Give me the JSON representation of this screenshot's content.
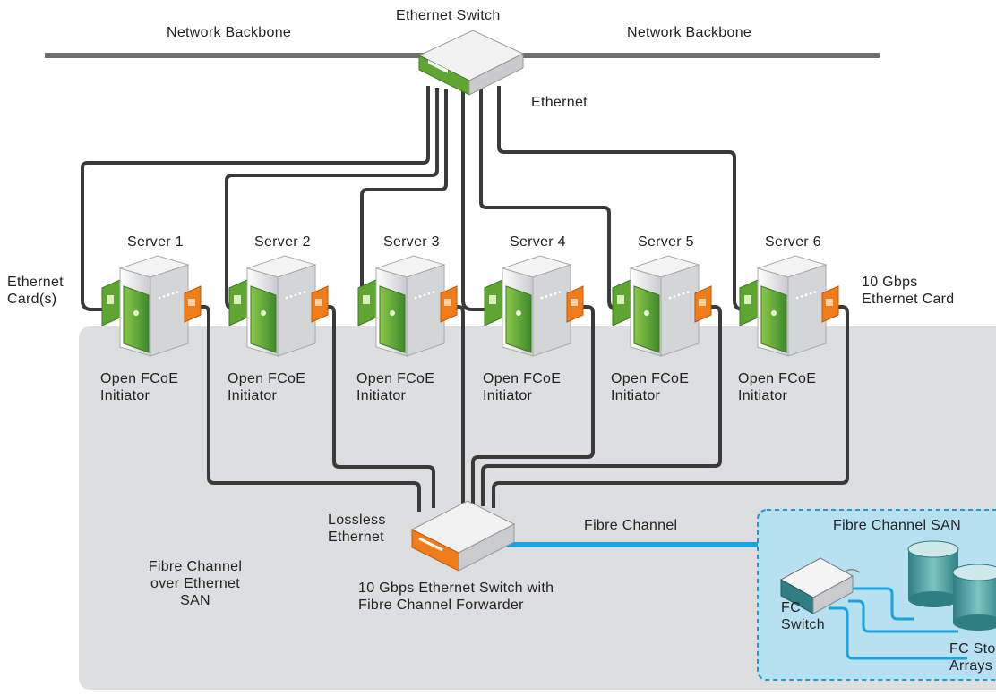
{
  "network": {
    "backbone_left": "Network Backbone",
    "backbone_right": "Network Backbone",
    "switch_label": "Ethernet Switch",
    "ethernet_label": "Ethernet"
  },
  "servers": [
    {
      "name": "Server 1",
      "initiator_line1": "Open FCoE",
      "initiator_line2": "Initiator"
    },
    {
      "name": "Server 2",
      "initiator_line1": "Open FCoE",
      "initiator_line2": "Initiator"
    },
    {
      "name": "Server 3",
      "initiator_line1": "Open FCoE",
      "initiator_line2": "Initiator"
    },
    {
      "name": "Server 4",
      "initiator_line1": "Open FCoE",
      "initiator_line2": "Initiator"
    },
    {
      "name": "Server 5",
      "initiator_line1": "Open FCoE",
      "initiator_line2": "Initiator"
    },
    {
      "name": "Server 6",
      "initiator_line1": "Open FCoE",
      "initiator_line2": "Initiator"
    }
  ],
  "cards": {
    "ethernet_line1": "Ethernet",
    "ethernet_line2": "Card(s)",
    "tengig_line1": "10 Gbps",
    "tengig_line2": "Ethernet Card"
  },
  "fcoe_san": {
    "line1": "Fibre Channel",
    "line2": "over Ethernet",
    "line3": "SAN"
  },
  "lossless": {
    "line1": "Lossless",
    "line2": "Ethernet"
  },
  "fcf_switch": {
    "line1": "10 Gbps Ethernet Switch with",
    "line2": "Fibre Channel Forwarder"
  },
  "fibre_channel_label": "Fibre Channel",
  "fc_san": {
    "title": "Fibre Channel SAN",
    "switch_line1": "FC",
    "switch_line2": "Switch",
    "array_line1": "FC Storage",
    "array_line2": "Arrays"
  },
  "colors": {
    "san_area": "#dcdedf",
    "fc_san_area": "#b7e0f0",
    "cable_gray": "#3a3a3a",
    "fibre_blue": "#1aa3e0",
    "server_green": "#5ea531",
    "nic_orange": "#f07d1a",
    "backbone": "#6d6e70"
  }
}
